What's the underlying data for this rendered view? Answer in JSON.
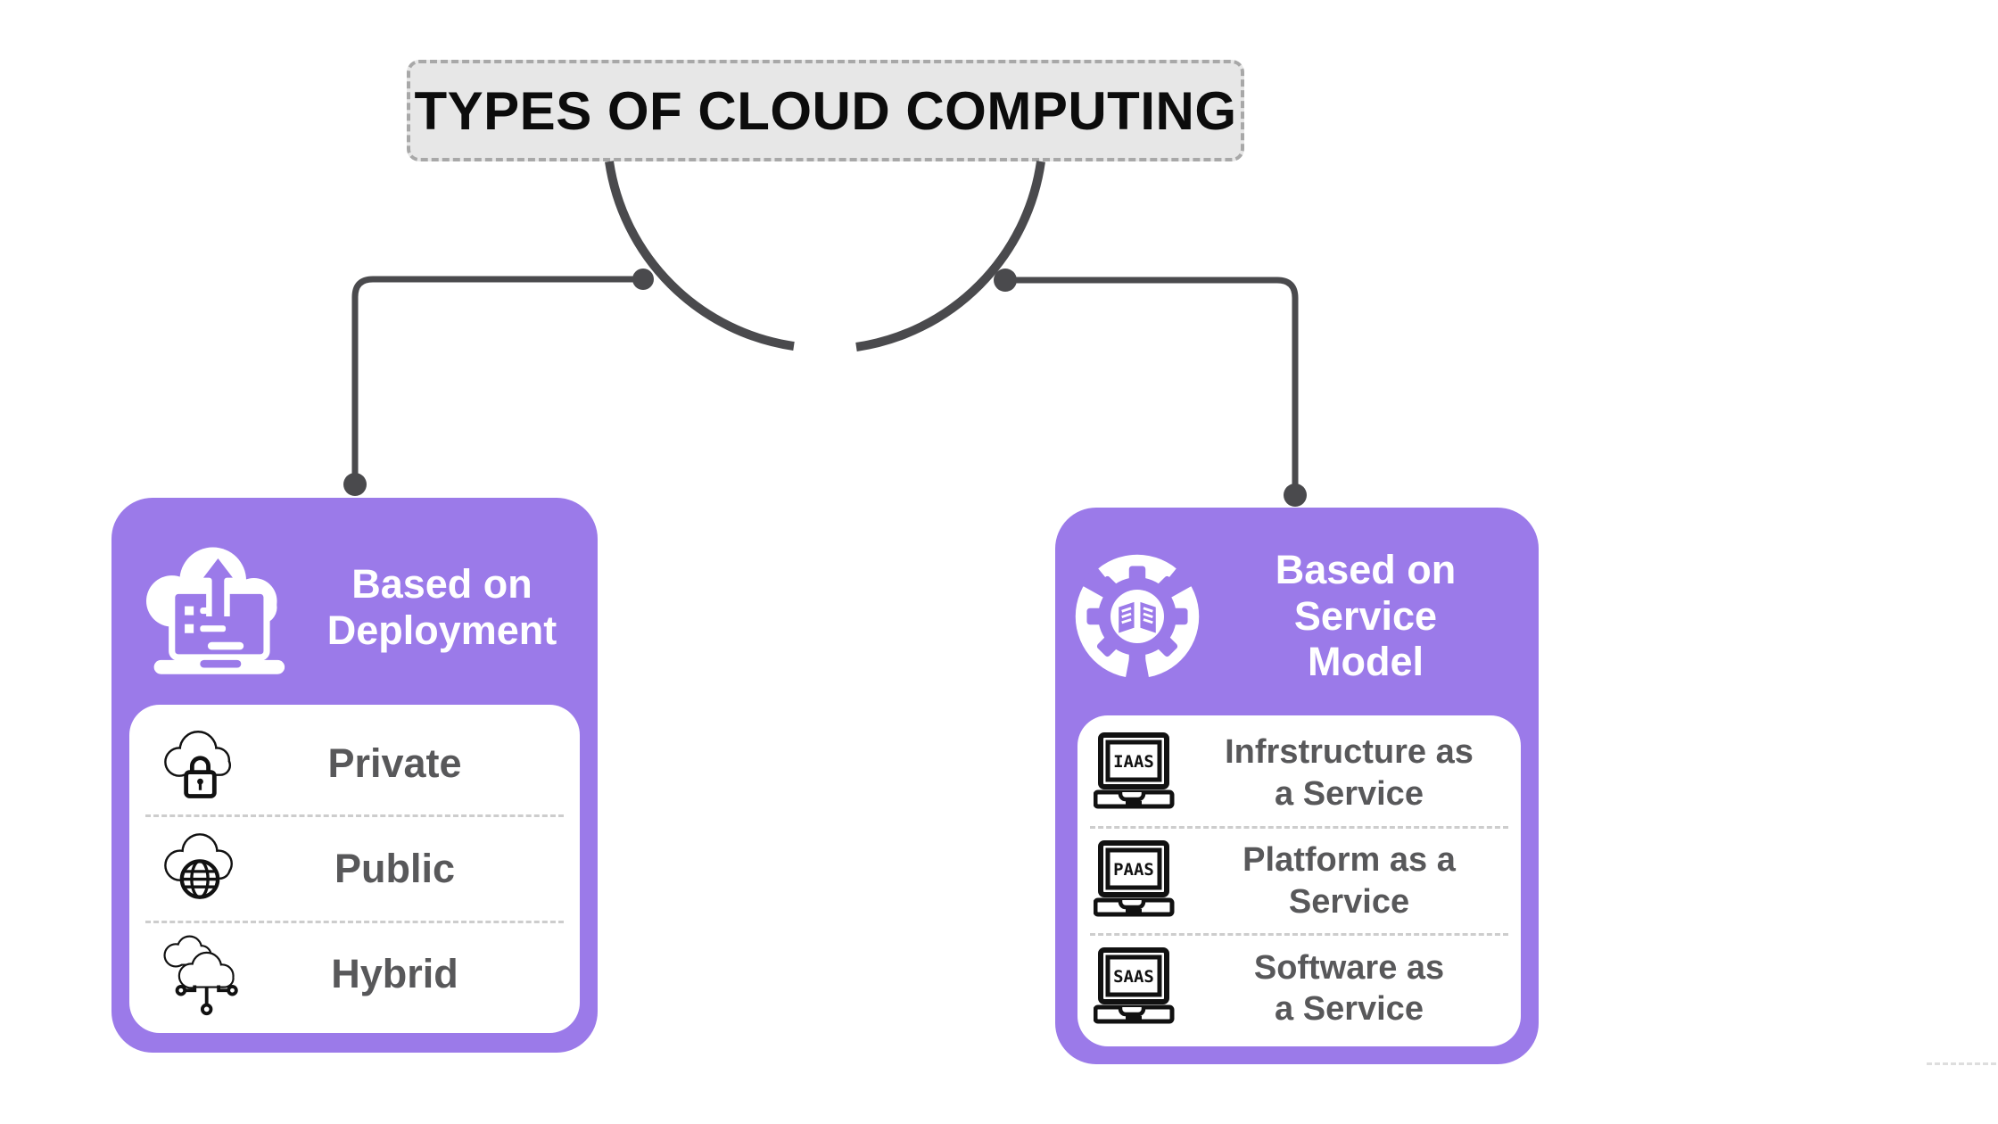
{
  "title": "TYPES OF CLOUD COMPUTING",
  "colors": {
    "card_purple": "#9b7ae9",
    "connector_gray": "#4a4a4d",
    "title_box_bg": "#e7e7e7",
    "title_box_border": "#a8a8a8",
    "item_text": "#58585a"
  },
  "left_card": {
    "icon": "cloud-upload-laptop-icon",
    "title_lines": [
      "Based on",
      "Deployment"
    ],
    "items": [
      {
        "icon": "private-cloud-lock-icon",
        "label": "Private"
      },
      {
        "icon": "public-cloud-globe-icon",
        "label": "Public"
      },
      {
        "icon": "hybrid-cloud-network-icon",
        "label": "Hybrid"
      }
    ]
  },
  "right_card": {
    "icon": "gear-book-icon",
    "title_lines": [
      "Based on",
      "Service",
      "Model"
    ],
    "items": [
      {
        "icon": "laptop-iaas-icon",
        "badge": "IAAS",
        "label_lines": [
          "Infrstructure as",
          "a Service"
        ]
      },
      {
        "icon": "laptop-paas-icon",
        "badge": "PAAS",
        "label_lines": [
          "Platform as a",
          "Service"
        ]
      },
      {
        "icon": "laptop-saas-icon",
        "badge": "SAAS",
        "label_lines": [
          "Software as",
          "a Service"
        ]
      }
    ]
  }
}
